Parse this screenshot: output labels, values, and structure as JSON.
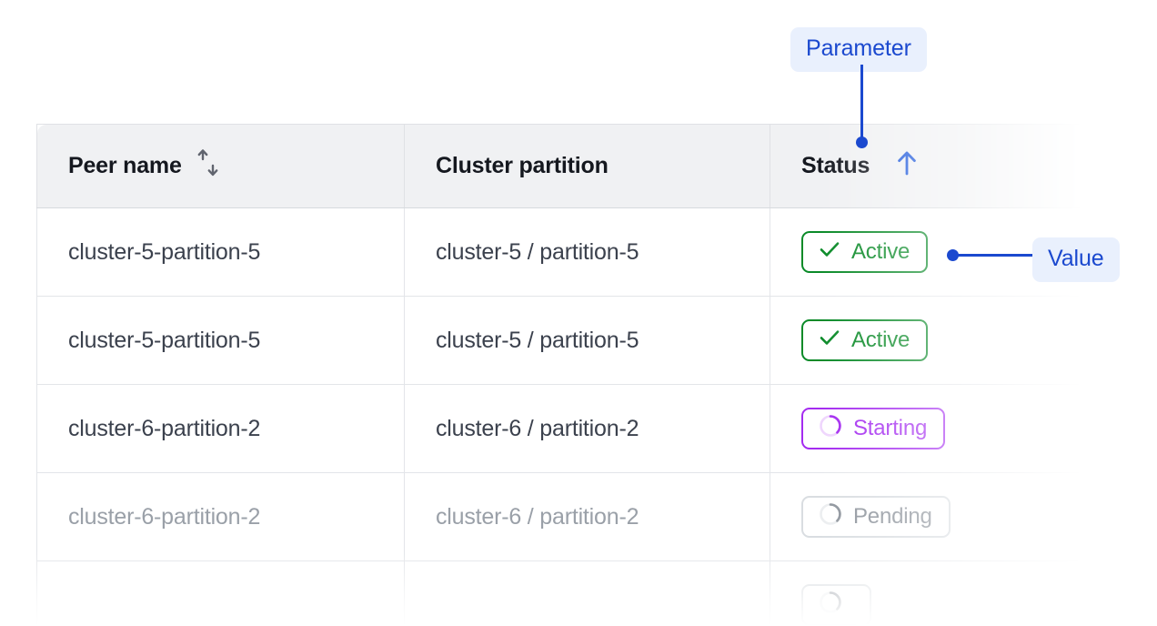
{
  "table": {
    "columns": [
      {
        "label": "Peer name",
        "sort_icon": "sort-updown-icon",
        "sort_state": "none"
      },
      {
        "label": "Cluster partition",
        "sort_icon": null,
        "sort_state": "none"
      },
      {
        "label": "Status",
        "sort_icon": "arrow-up-icon",
        "sort_state": "ascending"
      }
    ],
    "rows": [
      {
        "peer_name": "cluster-5-partition-5",
        "cluster_partition": "cluster-5 / partition-5",
        "status": "Active",
        "status_kind": "active",
        "status_icon": "check-icon",
        "muted": false
      },
      {
        "peer_name": "cluster-5-partition-5",
        "cluster_partition": "cluster-5 / partition-5",
        "status": "Active",
        "status_kind": "active",
        "status_icon": "check-icon",
        "muted": false
      },
      {
        "peer_name": "cluster-6-partition-2",
        "cluster_partition": "cluster-6 / partition-2",
        "status": "Starting",
        "status_kind": "starting",
        "status_icon": "spinner-icon",
        "muted": false
      },
      {
        "peer_name": "cluster-6-partition-2",
        "cluster_partition": "cluster-6 / partition-2",
        "status": "Pending",
        "status_kind": "pending",
        "status_icon": "spinner-icon",
        "muted": true
      },
      {
        "peer_name": "",
        "cluster_partition": "",
        "status": "",
        "status_kind": "pending",
        "status_icon": "spinner-icon",
        "muted": true
      }
    ]
  },
  "annotations": [
    {
      "id": "parameter",
      "label": "Parameter",
      "points_to": "status-column-header"
    },
    {
      "id": "value",
      "label": "Value",
      "points_to": "status-badge-row-1"
    }
  ],
  "colors": {
    "annotation_text": "#1b49cf",
    "annotation_bg": "#e9f0fd",
    "status_active": "#0a8a28",
    "status_starting": "#a42bf0",
    "status_pending": "#8f959d",
    "header_bg": "#f0f1f3",
    "text_primary": "#15181f",
    "text_cell": "#3b414d",
    "text_muted": "#9aa0a8",
    "border": "#e3e5e9"
  }
}
